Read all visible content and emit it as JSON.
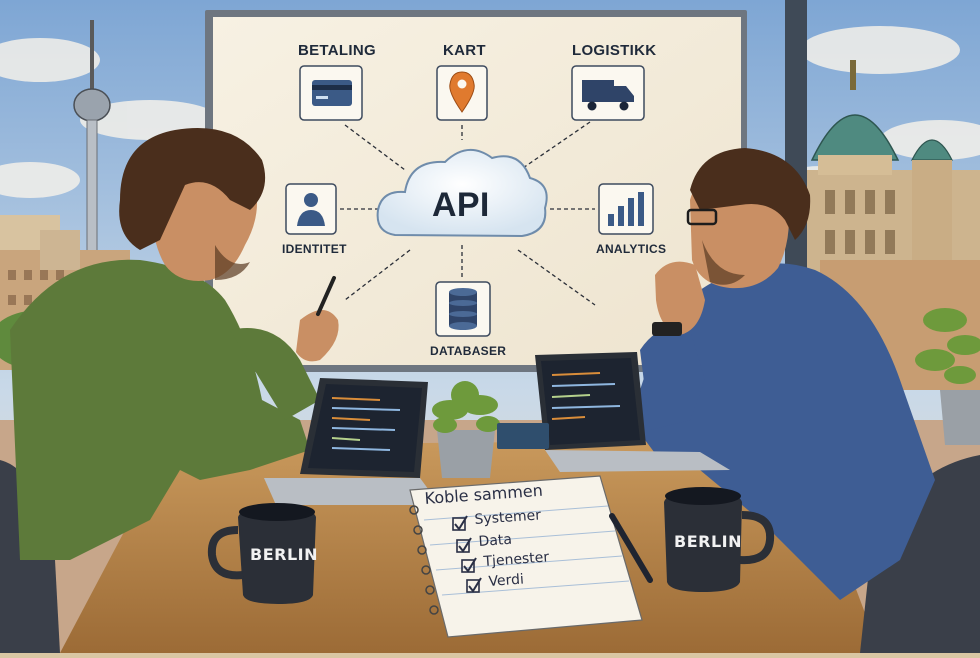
{
  "whiteboard": {
    "center_label": "API",
    "nodes": [
      {
        "label": "BETALING",
        "icon": "credit-card-icon"
      },
      {
        "label": "KART",
        "icon": "map-pin-icon"
      },
      {
        "label": "LOGISTIKK",
        "icon": "truck-icon"
      },
      {
        "label": "IDENTITET",
        "icon": "user-icon"
      },
      {
        "label": "ANALYTICS",
        "icon": "bar-chart-icon"
      },
      {
        "label": "DATABASER",
        "icon": "database-icon"
      }
    ]
  },
  "notebook": {
    "title": "Koble sammen",
    "items": [
      "Systemer",
      "Data",
      "Tjenester",
      "Verdi"
    ]
  },
  "mugs": {
    "left_text": "BERLIN",
    "right_text": "BERLIN"
  },
  "colors": {
    "accent_orange": "#e07a2e",
    "icon_navy": "#2f4468",
    "shirt_green": "#5d7a3a",
    "shirt_blue": "#3e5d94",
    "table_wood": "#b8864e",
    "sky_blue": "#8fb3d9"
  }
}
